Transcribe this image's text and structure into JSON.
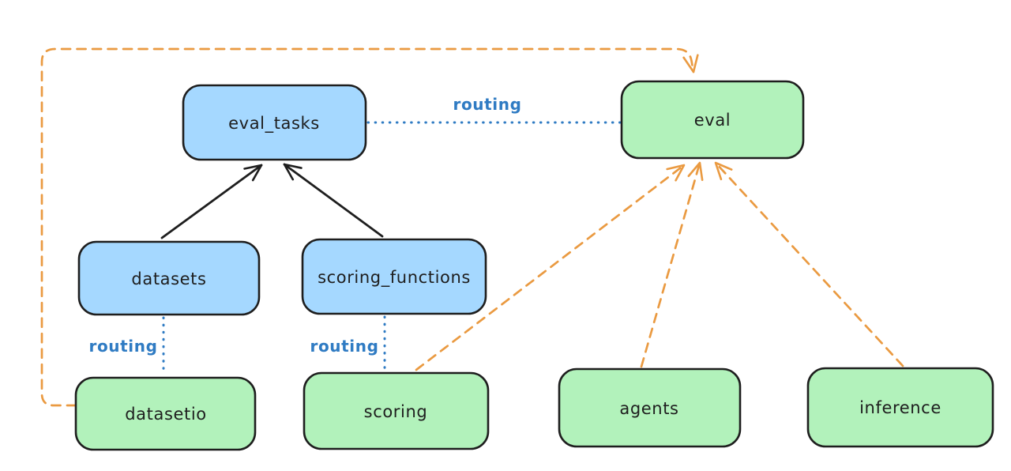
{
  "diagram": {
    "description": "architecture diagram of eval-related APIs and providers",
    "nodes": {
      "eval_tasks": {
        "label": "eval_tasks",
        "kind": "api",
        "fill": "blue"
      },
      "eval": {
        "label": "eval",
        "kind": "provider",
        "fill": "green"
      },
      "datasets": {
        "label": "datasets",
        "kind": "api",
        "fill": "blue"
      },
      "scoring_functions": {
        "label": "scoring_functions",
        "kind": "api",
        "fill": "blue"
      },
      "datasetio": {
        "label": "datasetio",
        "kind": "provider",
        "fill": "green"
      },
      "scoring": {
        "label": "scoring",
        "kind": "provider",
        "fill": "green"
      },
      "agents": {
        "label": "agents",
        "kind": "provider",
        "fill": "green"
      },
      "inference": {
        "label": "inference",
        "kind": "provider",
        "fill": "green"
      }
    },
    "edges": [
      {
        "from": "datasets",
        "to": "eval_tasks",
        "style": "solid",
        "color": "black",
        "label": ""
      },
      {
        "from": "scoring_functions",
        "to": "eval_tasks",
        "style": "solid",
        "color": "black",
        "label": ""
      },
      {
        "from": "eval_tasks",
        "to": "eval",
        "style": "dotted",
        "color": "blue",
        "label": "routing"
      },
      {
        "from": "datasets",
        "to": "datasetio",
        "style": "dotted",
        "color": "blue",
        "label": "routing"
      },
      {
        "from": "scoring_functions",
        "to": "scoring",
        "style": "dotted",
        "color": "blue",
        "label": "routing"
      },
      {
        "from": "datasetio",
        "to": "eval",
        "style": "dashed",
        "color": "orange",
        "label": ""
      },
      {
        "from": "scoring",
        "to": "eval",
        "style": "dashed",
        "color": "orange",
        "label": ""
      },
      {
        "from": "agents",
        "to": "eval",
        "style": "dashed",
        "color": "orange",
        "label": ""
      },
      {
        "from": "inference",
        "to": "eval",
        "style": "dashed",
        "color": "orange",
        "label": ""
      }
    ],
    "colors": {
      "background": "#ffffff",
      "node_blue_fill": "#a5d8ff",
      "node_green_fill": "#b2f2bb",
      "stroke_dark": "#1e1e1e",
      "edge_blue": "#2f7bc3",
      "edge_orange": "#ea9a41"
    }
  }
}
